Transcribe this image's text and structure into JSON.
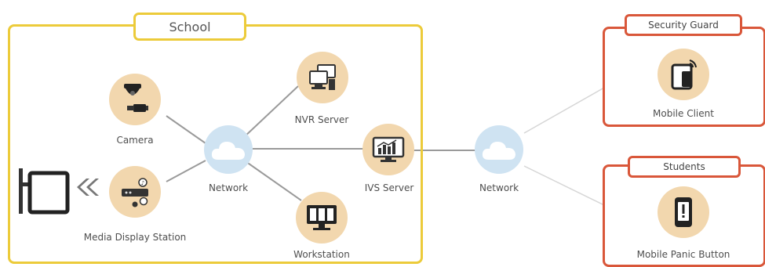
{
  "school": {
    "title": "School"
  },
  "nodes": {
    "camera": "Camera",
    "media_display_station": "Media Display Station",
    "network_school": "Network",
    "nvr_server": "NVR Server",
    "ivs_server": "IVS Server",
    "workstation": "Workstation",
    "network_external": "Network",
    "mobile_client": "Mobile Client",
    "mobile_panic_button": "Mobile Panic Button"
  },
  "roles": {
    "security_guard": "Security Guard",
    "students": "Students"
  },
  "colors": {
    "school_border": "#eccb3a",
    "role_border": "#d9573a",
    "device_circle": "#f2d7ae",
    "cloud_circle": "#cfe3f2",
    "cloud_fill": "#ffffff",
    "link_line": "#9a9a9a",
    "wireless_line": "#d6d6d6"
  },
  "icons": [
    "camera-icon",
    "media-display-icon",
    "monitor-sign-icon",
    "arrows-left-icon",
    "cloud-icon",
    "nvr-server-icon",
    "ivs-server-icon",
    "workstation-icon",
    "mobile-client-icon",
    "mobile-panic-icon"
  ]
}
